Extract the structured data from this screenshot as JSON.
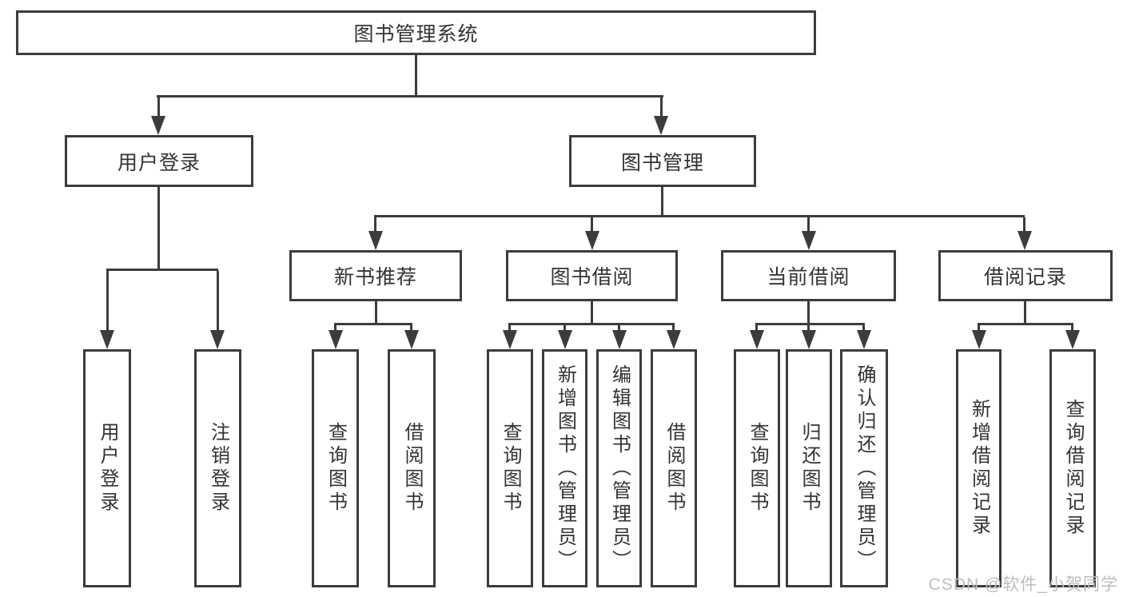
{
  "diagram_type": "hierarchy-tree",
  "colors": {
    "line": "#3c3c3c",
    "border": "#3c3c3c",
    "text": "#333333",
    "background": "#ffffff",
    "watermark_text_color": "#bdbdbd"
  },
  "watermark": "CSDN @软件_小贺同学",
  "tree": {
    "label": "图书管理系统",
    "children": [
      {
        "label": "用户登录",
        "children": [
          {
            "label": "用户登录"
          },
          {
            "label": "注销登录"
          }
        ]
      },
      {
        "label": "图书管理",
        "children": [
          {
            "label": "新书推荐",
            "children": [
              {
                "label": "查询图书"
              },
              {
                "label": "借阅图书"
              }
            ]
          },
          {
            "label": "图书借阅",
            "children": [
              {
                "label": "查询图书"
              },
              {
                "label": "新增图书（管理员）"
              },
              {
                "label": "编辑图书（管理员）"
              },
              {
                "label": "借阅图书"
              }
            ]
          },
          {
            "label": "当前借阅",
            "children": [
              {
                "label": "查询图书"
              },
              {
                "label": "归还图书"
              },
              {
                "label": "确认归还（管理员）"
              }
            ]
          },
          {
            "label": "借阅记录",
            "children": [
              {
                "label": "新增借阅记录"
              },
              {
                "label": "查询借阅记录"
              }
            ]
          }
        ]
      }
    ]
  }
}
